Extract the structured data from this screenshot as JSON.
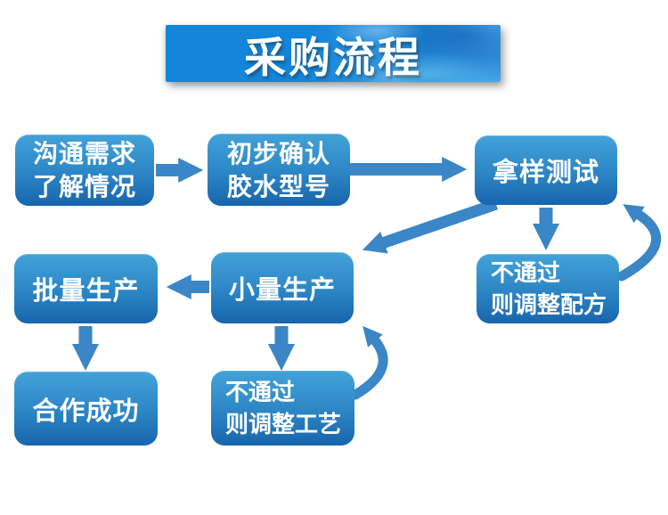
{
  "title_banner": {
    "text": "采购流程"
  },
  "nodes": {
    "communicate_needs": {
      "line1": "沟通需求",
      "line2": "了解情况"
    },
    "confirm_glue_model": {
      "line1": "初步确认",
      "line2": "胶水型号"
    },
    "sample_test": {
      "line1": "拿样测试"
    },
    "fail_adjust_formula": {
      "line1": "不通过",
      "line2": "则调整配方"
    },
    "mass_production": {
      "line1": "批量生产"
    },
    "small_batch_production": {
      "line1": "小量生产"
    },
    "cooperation_success": {
      "line1": "合作成功"
    },
    "fail_adjust_process": {
      "line1": "不通过",
      "line2": "则调整工艺"
    }
  },
  "edges": [
    {
      "from": "communicate_needs",
      "to": "confirm_glue_model",
      "style": "straight-right"
    },
    {
      "from": "confirm_glue_model",
      "to": "sample_test",
      "style": "straight-right"
    },
    {
      "from": "sample_test",
      "to": "fail_adjust_formula",
      "style": "straight-down"
    },
    {
      "from": "fail_adjust_formula",
      "to": "sample_test",
      "style": "curved-retry"
    },
    {
      "from": "sample_test",
      "to": "small_batch_production",
      "style": "diagonal-down-left"
    },
    {
      "from": "small_batch_production",
      "to": "mass_production",
      "style": "straight-left"
    },
    {
      "from": "small_batch_production",
      "to": "fail_adjust_process",
      "style": "straight-down"
    },
    {
      "from": "fail_adjust_process",
      "to": "small_batch_production",
      "style": "curved-retry"
    },
    {
      "from": "mass_production",
      "to": "cooperation_success",
      "style": "straight-down"
    }
  ],
  "colors": {
    "banner_blue": "#1385da",
    "box_gradient_top": "#43a2d9",
    "box_gradient_bottom": "#1865ac",
    "arrow": "#3a86c6",
    "text": "#ffffff",
    "background": "#ffffff"
  }
}
